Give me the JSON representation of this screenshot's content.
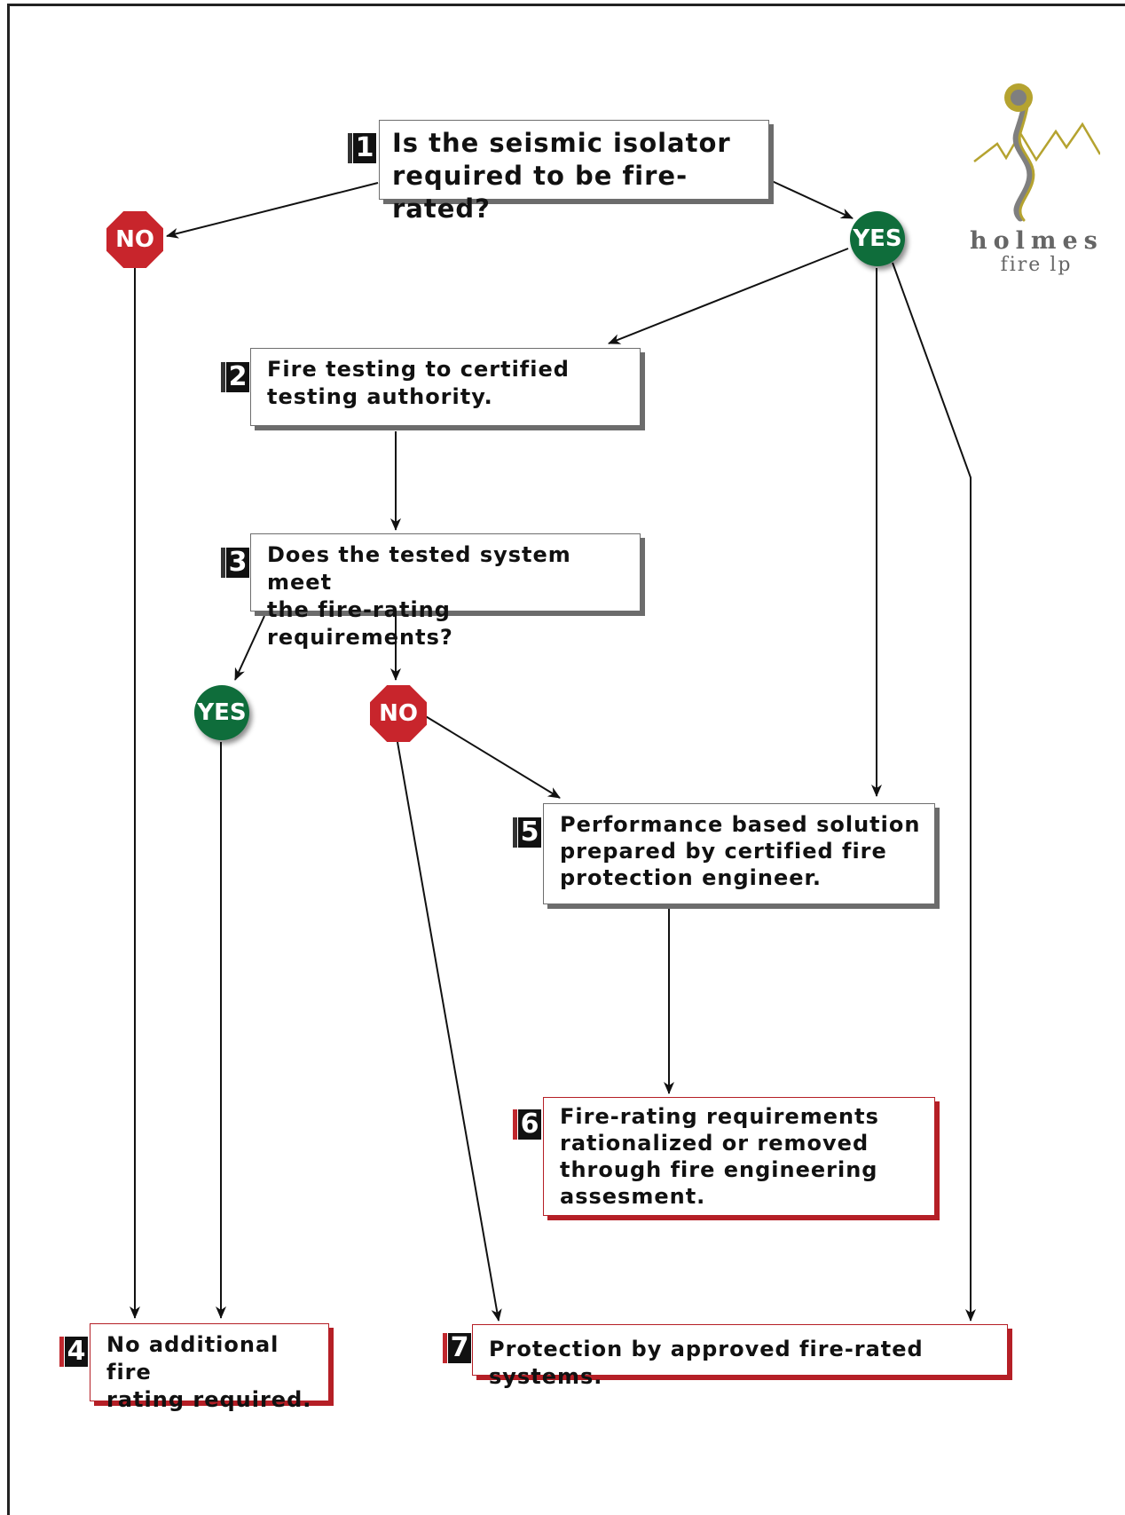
{
  "steps": {
    "s1": {
      "number": "1",
      "text": "Is the seismic isolator\nrequired to be fire-rated?"
    },
    "s2": {
      "number": "2",
      "text": "Fire testing to certified\ntesting authority."
    },
    "s3": {
      "number": "3",
      "text": "Does the tested system meet\nthe fire-rating requirements?"
    },
    "s4": {
      "number": "4",
      "text": "No additional fire\nrating required."
    },
    "s5": {
      "number": "5",
      "text": "Performance based solution\nprepared by certified fire\nprotection engineer."
    },
    "s6": {
      "number": "6",
      "text": "Fire-rating requirements\nrationalized or removed\nthrough fire engineering\nassesment."
    },
    "s7": {
      "number": "7",
      "text": "Protection by approved fire-rated systems."
    }
  },
  "decisions": {
    "no_1": "NO",
    "yes_1": "YES",
    "yes_3": "YES",
    "no_3": "NO"
  },
  "logo": {
    "name": "holmes",
    "sub": "fire lp",
    "colors": {
      "gold": "#b5a330",
      "grey": "#7f7f7f"
    }
  },
  "colors": {
    "no": "#c8252c",
    "yes": "#0f6d3b",
    "accent_red": "#b51f26",
    "box_shadow_grey": "#6c6c6c"
  }
}
